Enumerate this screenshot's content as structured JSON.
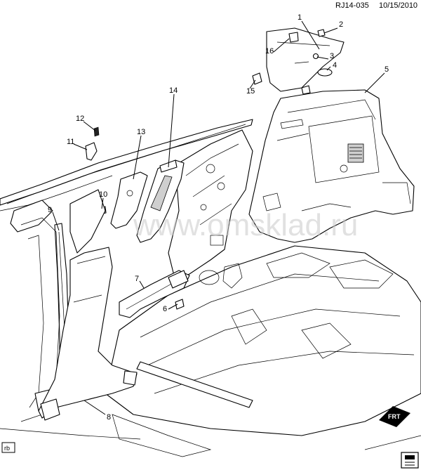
{
  "header": {
    "drawing_id": "RJ14-035",
    "date": "10/15/2010"
  },
  "watermark": "www.omsklad.ru",
  "callouts": [
    {
      "id": "1",
      "text": "1"
    },
    {
      "id": "2",
      "text": "2"
    },
    {
      "id": "3",
      "text": "3"
    },
    {
      "id": "4",
      "text": "4"
    },
    {
      "id": "5",
      "text": "5"
    },
    {
      "id": "6",
      "text": "6"
    },
    {
      "id": "7",
      "text": "7"
    },
    {
      "id": "8",
      "text": "8"
    },
    {
      "id": "9",
      "text": "9"
    },
    {
      "id": "10",
      "text": "10"
    },
    {
      "id": "11",
      "text": "11"
    },
    {
      "id": "12",
      "text": "12"
    },
    {
      "id": "13",
      "text": "13"
    },
    {
      "id": "14",
      "text": "14"
    },
    {
      "id": "15",
      "text": "15"
    },
    {
      "id": "16",
      "text": "16"
    }
  ],
  "front_indicator": {
    "label": "FRT"
  },
  "corner_badge": {
    "label": "rb"
  },
  "colors": {
    "line": "#000000",
    "background": "#ffffff",
    "watermark": "#c9c9c9"
  }
}
